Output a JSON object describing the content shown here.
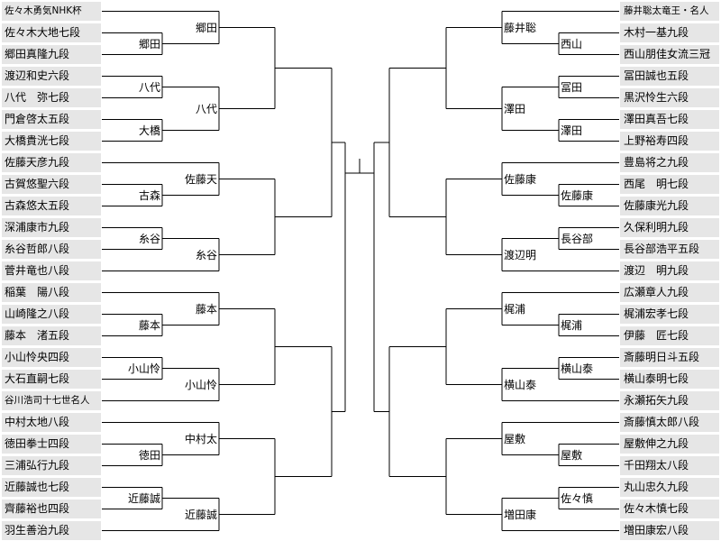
{
  "left_players": [
    "佐々木勇気NHK杯",
    "佐々木大地七段",
    "郷田真隆九段",
    "渡辺和史六段",
    "八代　弥七段",
    "門倉啓太五段",
    "大橋貴洸七段",
    "佐藤天彦九段",
    "古賀悠聖六段",
    "古森悠太五段",
    "深浦康市九段",
    "糸谷哲郎八段",
    "菅井竜也八段",
    "稲葉　陽八段",
    "山崎隆之八段",
    "藤本　渚五段",
    "小山怜央四段",
    "大石直嗣七段",
    "谷川浩司十七世名人",
    "中村太地八段",
    "徳田拳士四段",
    "三浦弘行九段",
    "近藤誠也七段",
    "齊藤裕也四段",
    "羽生善治九段"
  ],
  "right_players": [
    "藤井聡太竜王・名人",
    "木村一基九段",
    "西山朋佳女流三冠",
    "冨田誠也五段",
    "黒沢怜生六段",
    "澤田真吾七段",
    "上野裕寿四段",
    "豊島将之九段",
    "西尾　明七段",
    "佐藤康光九段",
    "久保利明九段",
    "長谷部浩平五段",
    "渡辺　明九段",
    "広瀬章人九段",
    "梶浦宏孝七段",
    "伊藤　匠七段",
    "斎藤明日斗五段",
    "横山泰明七段",
    "永瀬拓矢九段",
    "斎藤慎太郎八段",
    "屋敷伸之九段",
    "千田翔太八段",
    "丸山忠久九段",
    "佐々木慎七段",
    "増田康宏八段"
  ],
  "left_r1": [
    "郷田",
    "八代",
    "大橋",
    "古森",
    "糸谷",
    "藤本",
    "小山怜",
    "徳田",
    "近藤誠"
  ],
  "left_r2": [
    "郷田",
    "八代",
    "佐藤天",
    "糸谷",
    "藤本",
    "小山怜",
    "中村太",
    "近藤誠"
  ],
  "right_r1": [
    "西山",
    "冨田",
    "澤田",
    "佐藤康",
    "長谷部",
    "梶浦",
    "横山泰",
    "屋敷",
    "佐々慎"
  ],
  "right_r2": [
    "藤井聡",
    "澤田",
    "佐藤康",
    "渡辺明",
    "梶浦",
    "横山泰",
    "屋敷",
    "増田康"
  ]
}
